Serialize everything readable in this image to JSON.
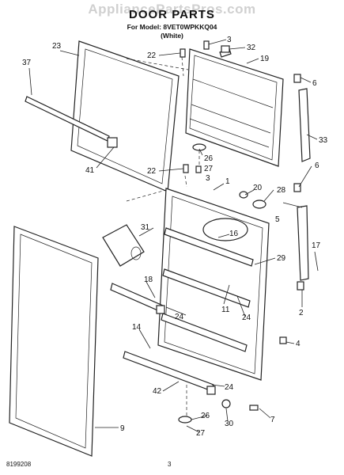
{
  "watermark": "AppliancePartsPros.com",
  "header": {
    "title": "DOOR PARTS",
    "model": "For Model: 8VET0WPKKQ04",
    "color": "(White)"
  },
  "footer": {
    "left": "8199208",
    "center": "3"
  },
  "callouts": {
    "c23": "23",
    "c22a": "22",
    "c3a": "3",
    "c32": "32",
    "c19": "19",
    "c37": "37",
    "c6a": "6",
    "c26a": "26",
    "c27a": "27",
    "c33": "33",
    "c41": "41",
    "c22b": "22",
    "c3b": "3",
    "c6b": "6",
    "c1": "1",
    "c20": "20",
    "c28": "28",
    "c5": "5",
    "c31": "31",
    "c16": "16",
    "c17": "17",
    "c29": "29",
    "c18": "18",
    "c11": "11",
    "c24a": "24",
    "c24b": "24",
    "c2": "2",
    "c14": "14",
    "c4": "4",
    "c42": "42",
    "c24c": "24",
    "c26b": "26",
    "c7": "7",
    "c30": "30",
    "c27b": "27",
    "c9": "9"
  }
}
